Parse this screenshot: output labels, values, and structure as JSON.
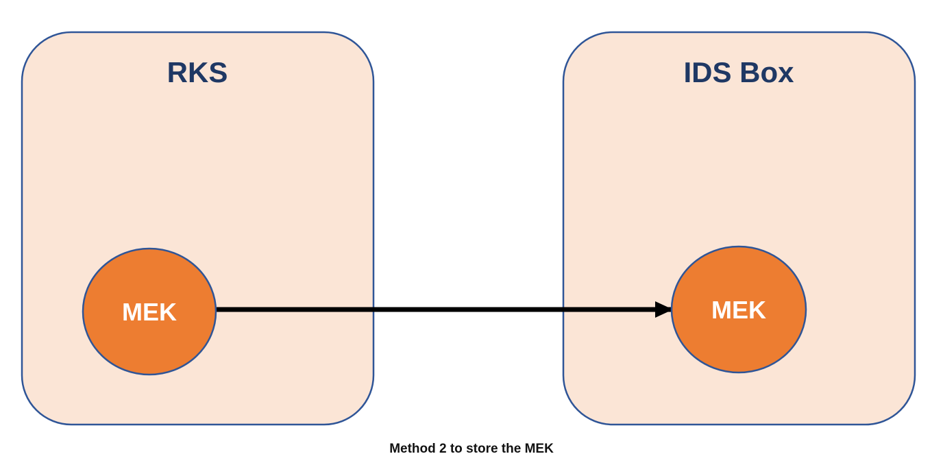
{
  "colors": {
    "box_fill": "#fbe5d6",
    "box_border": "#2f5597",
    "title": "#1f3864",
    "circle_fill": "#ed7d31",
    "circle_text": "#ffffff",
    "arrow": "#000000"
  },
  "boxes": [
    {
      "title": "RKS",
      "node": "MEK"
    },
    {
      "title": "IDS Box",
      "node": "MEK"
    }
  ],
  "caption": "Method 2 to store the MEK"
}
